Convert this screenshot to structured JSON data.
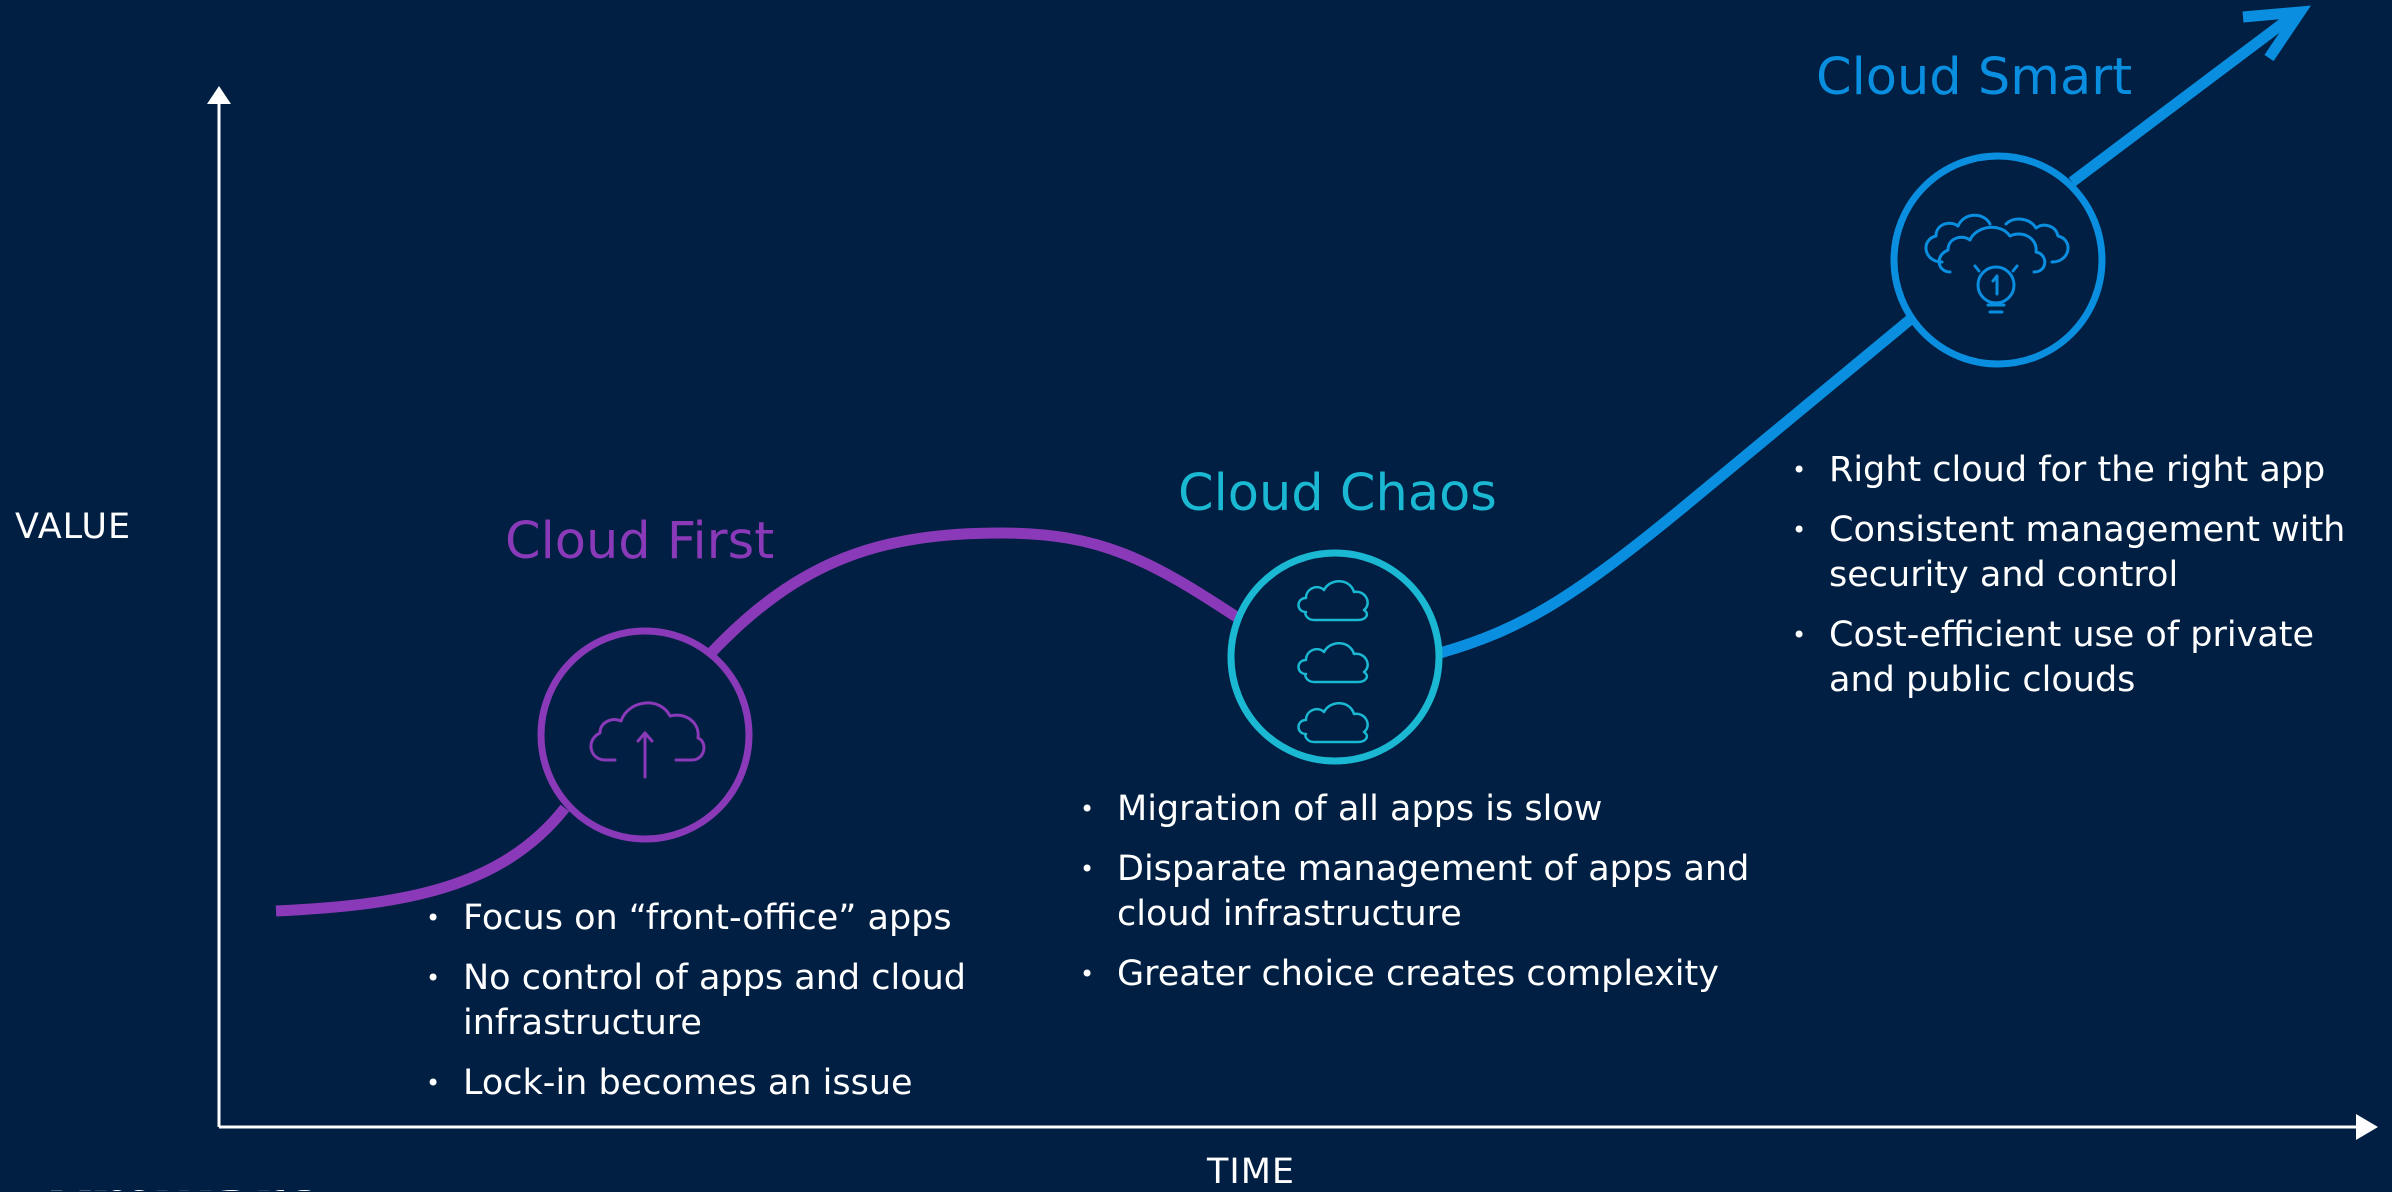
{
  "axes": {
    "y_label": "VALUE",
    "x_label": "TIME"
  },
  "colors": {
    "background": "#001f42",
    "axis": "#ffffff",
    "cloud_first": "#8a3ab9",
    "cloud_chaos": "#1ab8d2",
    "cloud_smart": "#0a8fe0"
  },
  "stages": [
    {
      "title": "Cloud First",
      "icon": "cloud-upload-icon",
      "bullets": [
        "Focus on “front-office” apps",
        "No control of apps and cloud infrastructure",
        "Lock-in becomes an issue"
      ]
    },
    {
      "title": "Cloud Chaos",
      "icon": "multiple-clouds-icon",
      "bullets": [
        "Migration of all apps is slow",
        "Disparate management of apps and cloud infrastructure",
        "Greater choice creates complexity"
      ]
    },
    {
      "title": "Cloud Smart",
      "icon": "cloud-lightbulb-icon",
      "bullets": [
        "Right cloud for the right app",
        "Consistent management with security and control",
        "Cost-efficient use of private and public clouds"
      ]
    }
  ],
  "logo": {
    "text": "vmware"
  }
}
